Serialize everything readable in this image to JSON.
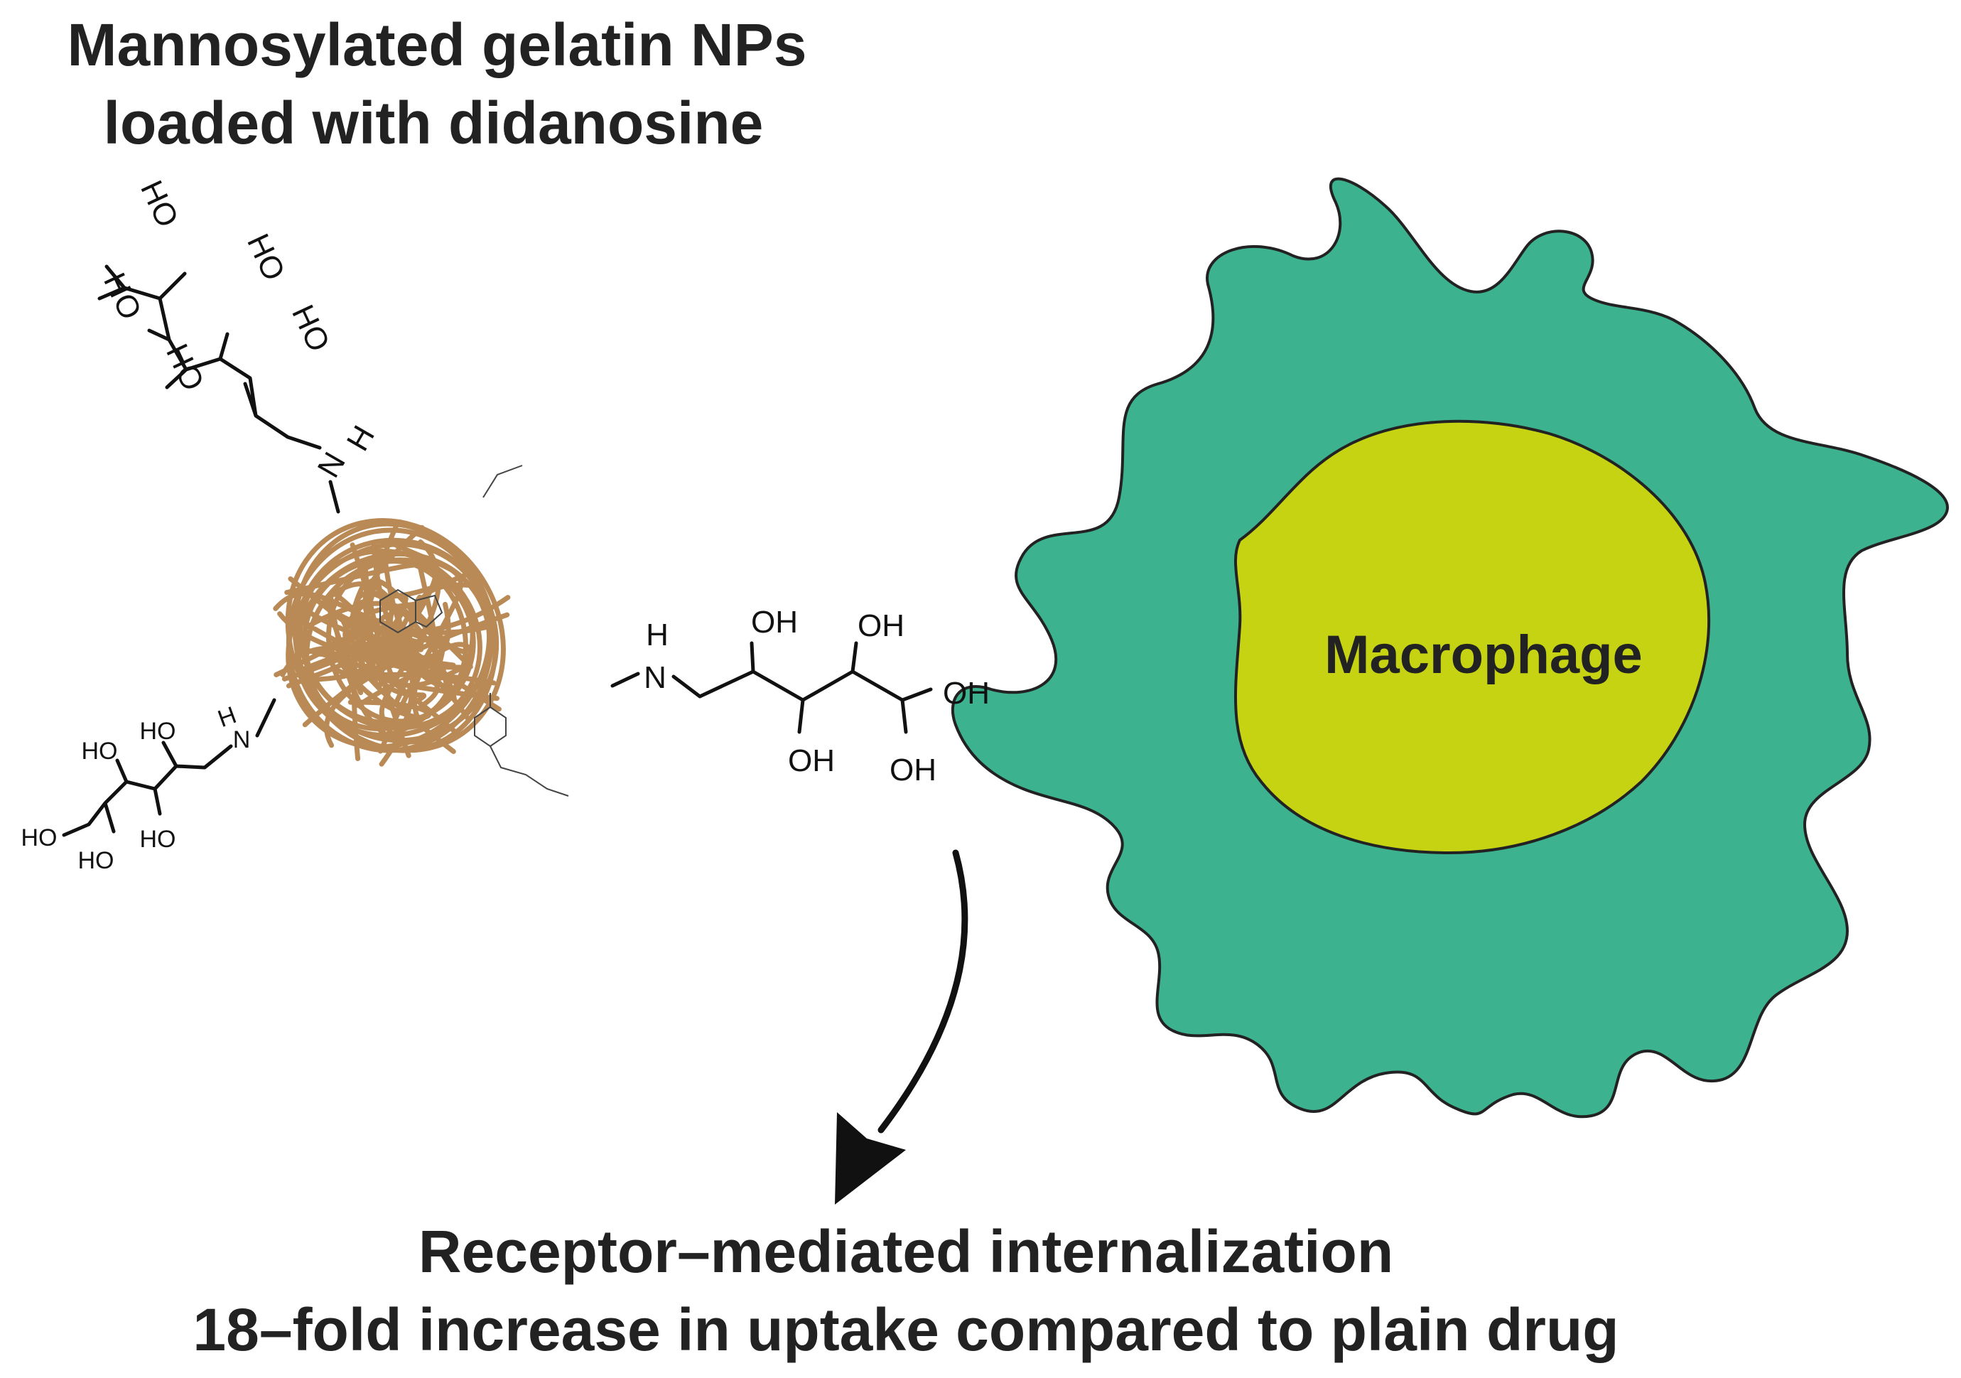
{
  "title": {
    "line1": "Mannosylated gelatin NPs",
    "line2": "loaded with didanosine"
  },
  "cell": {
    "label": "Macrophage",
    "membrane_color": "#3cb28f",
    "nucleus_color": "#c6d312",
    "outline_color": "#222222"
  },
  "nanoparticle": {
    "strand_color": "#b98a55"
  },
  "chem": {
    "oh": "OH",
    "ho": "HO",
    "n": "N",
    "h": "H"
  },
  "footer": {
    "line1": "Receptor–mediated internalization",
    "line2": "18–fold increase in uptake compared to plain drug"
  },
  "icons": {
    "arrow": "curved-arrow-icon"
  }
}
